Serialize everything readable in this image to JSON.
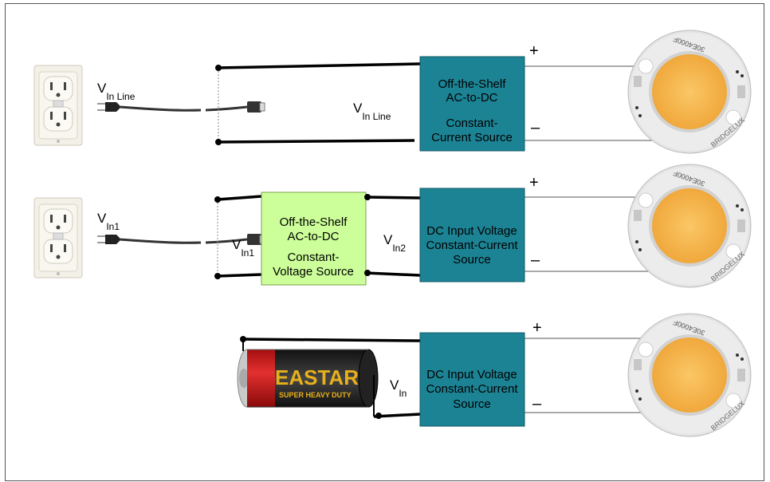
{
  "colors": {
    "teal": "#1c8394",
    "green": "#ccff99",
    "led_yellow": "#f7b54b",
    "battery_red": "#d41f1f",
    "outlet": "#f2efe6"
  },
  "icons": [
    "wall-outlet-icon",
    "power-plug-icon",
    "battery-icon",
    "led-cob-icon"
  ],
  "row1": {
    "plug_label": {
      "v": "V",
      "sub": "In Line"
    },
    "mid_label": {
      "v": "V",
      "sub": "In Line"
    },
    "box": [
      "Off-the-Shelf",
      "AC-to-DC",
      "Constant-",
      "Current Source"
    ],
    "plus": "+",
    "minus": "–"
  },
  "row2": {
    "plug_label": {
      "v": "V",
      "sub": "In1"
    },
    "mid_label1": {
      "v": "V",
      "sub": "In1"
    },
    "mid_label2": {
      "v": "V",
      "sub": "In2"
    },
    "green_box": [
      "Off-the-Shelf",
      "AC-to-DC",
      "Constant-",
      "Voltage Source"
    ],
    "box": [
      "DC Input Voltage",
      "Constant-Current",
      "Source"
    ],
    "plus": "+",
    "minus": "–"
  },
  "row3": {
    "label": {
      "v": "V",
      "sub": "In"
    },
    "box": [
      "DC Input Voltage",
      "Constant-Current",
      "Source"
    ],
    "plus": "+",
    "minus": "–",
    "battery_brand": "EASTAR",
    "battery_tagline": "SUPER HEAVY DUTY"
  },
  "led": {
    "part_text": "30E4000F",
    "brand_text": "BRIDGELUX"
  }
}
